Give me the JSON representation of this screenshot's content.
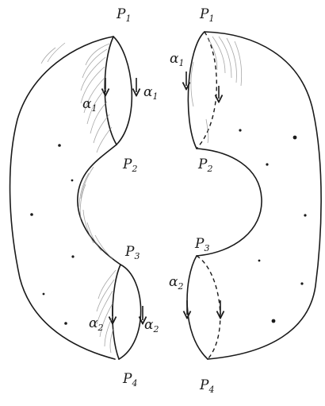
{
  "labels": {
    "left": {
      "p1": {
        "main": "P",
        "sub": "1"
      },
      "p2": {
        "main": "P",
        "sub": "2"
      },
      "p3": {
        "main": "P",
        "sub": "3"
      },
      "p4": {
        "main": "P",
        "sub": "4"
      },
      "alpha1_inner": {
        "main": "α",
        "sub": "1"
      },
      "alpha1_outer": {
        "main": "α",
        "sub": "1"
      },
      "alpha2_inner": {
        "main": "α",
        "sub": "2"
      },
      "alpha2_outer": {
        "main": "α",
        "sub": "2"
      }
    },
    "right": {
      "p1": {
        "main": "P",
        "sub": "1"
      },
      "p2": {
        "main": "P",
        "sub": "2"
      },
      "p3": {
        "main": "P",
        "sub": "3"
      },
      "p4": {
        "main": "P",
        "sub": "4"
      },
      "alpha1": {
        "main": "α",
        "sub": "1"
      },
      "alpha2": {
        "main": "α",
        "sub": "2"
      }
    }
  },
  "colors": {
    "ink": "#1a1a1a",
    "hatch": "#8a8a8a",
    "background": "#ffffff"
  }
}
